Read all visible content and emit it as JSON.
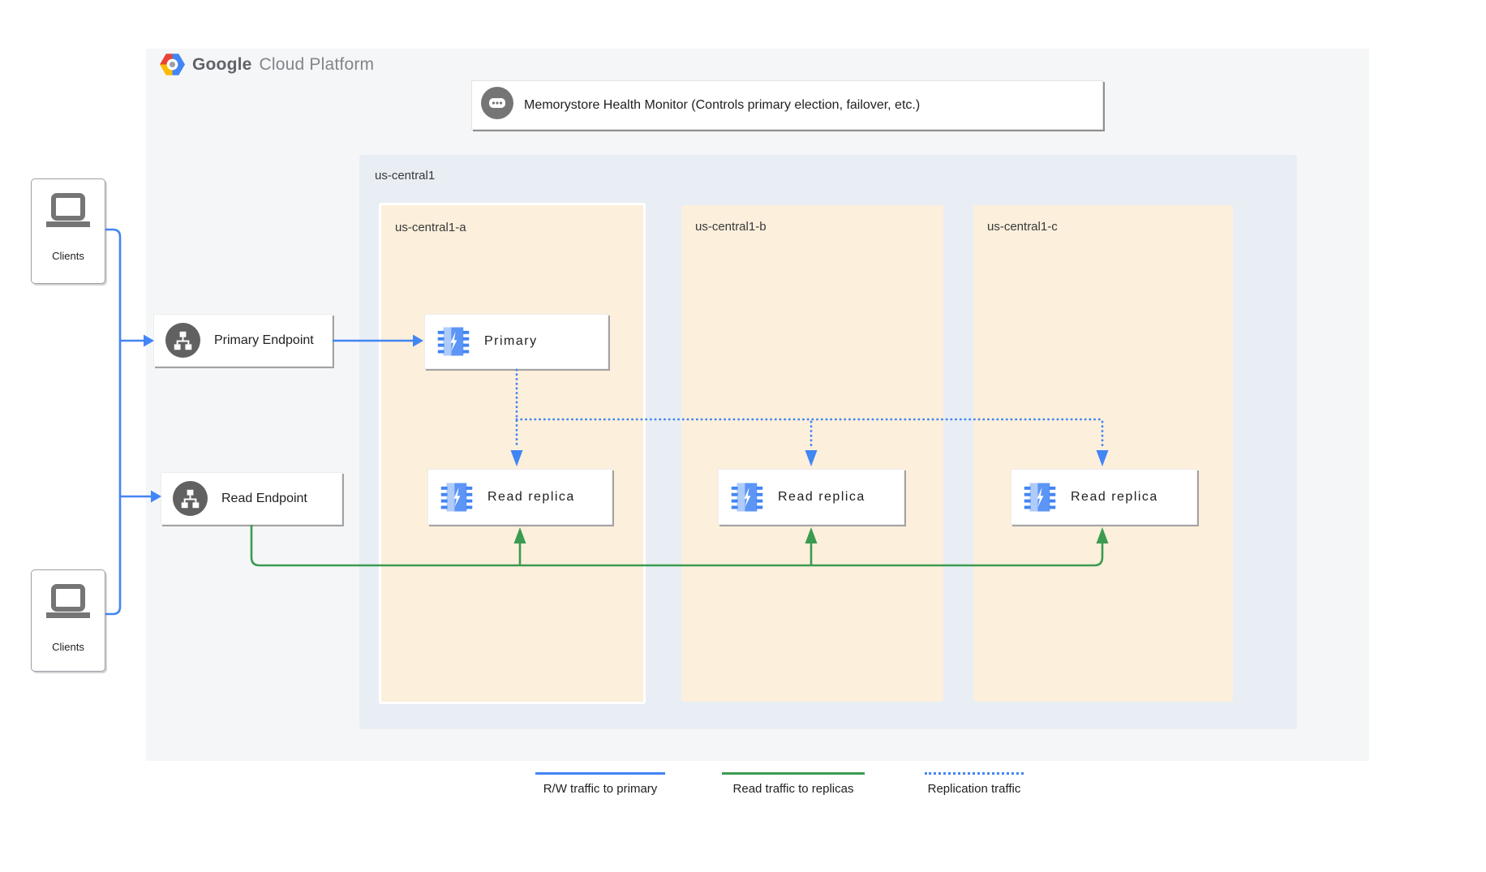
{
  "logo": {
    "brand": "Google",
    "suffix": "Cloud Platform"
  },
  "health_monitor": {
    "label": "Memorystore Health Monitor (Controls primary election, failover, etc.)"
  },
  "clients": {
    "top_label": "Clients",
    "bottom_label": "Clients"
  },
  "endpoints": {
    "primary": "Primary Endpoint",
    "read": "Read Endpoint"
  },
  "region": {
    "label": "us-central1",
    "zones": [
      {
        "label": "us-central1-a",
        "nodes": [
          "Primary",
          "Read replica"
        ]
      },
      {
        "label": "us-central1-b",
        "nodes": [
          "Read replica"
        ]
      },
      {
        "label": "us-central1-c",
        "nodes": [
          "Read replica"
        ]
      }
    ]
  },
  "legend": [
    {
      "label": "R/W traffic to primary",
      "style": "solid-blue"
    },
    {
      "label": "Read traffic to replicas",
      "style": "solid-green"
    },
    {
      "label": "Replication traffic",
      "style": "dotted-blue"
    }
  ],
  "colors": {
    "rw_traffic_blue": "#4285f4",
    "read_traffic_green": "#3b9b51",
    "replication_blue_dotted": "#4285f4",
    "panel_bg": "#f5f6f7",
    "region_bg": "#e9eef4",
    "zone_bg": "#fcefdb",
    "node_text": "#202124",
    "icon_gray": "#757575"
  }
}
